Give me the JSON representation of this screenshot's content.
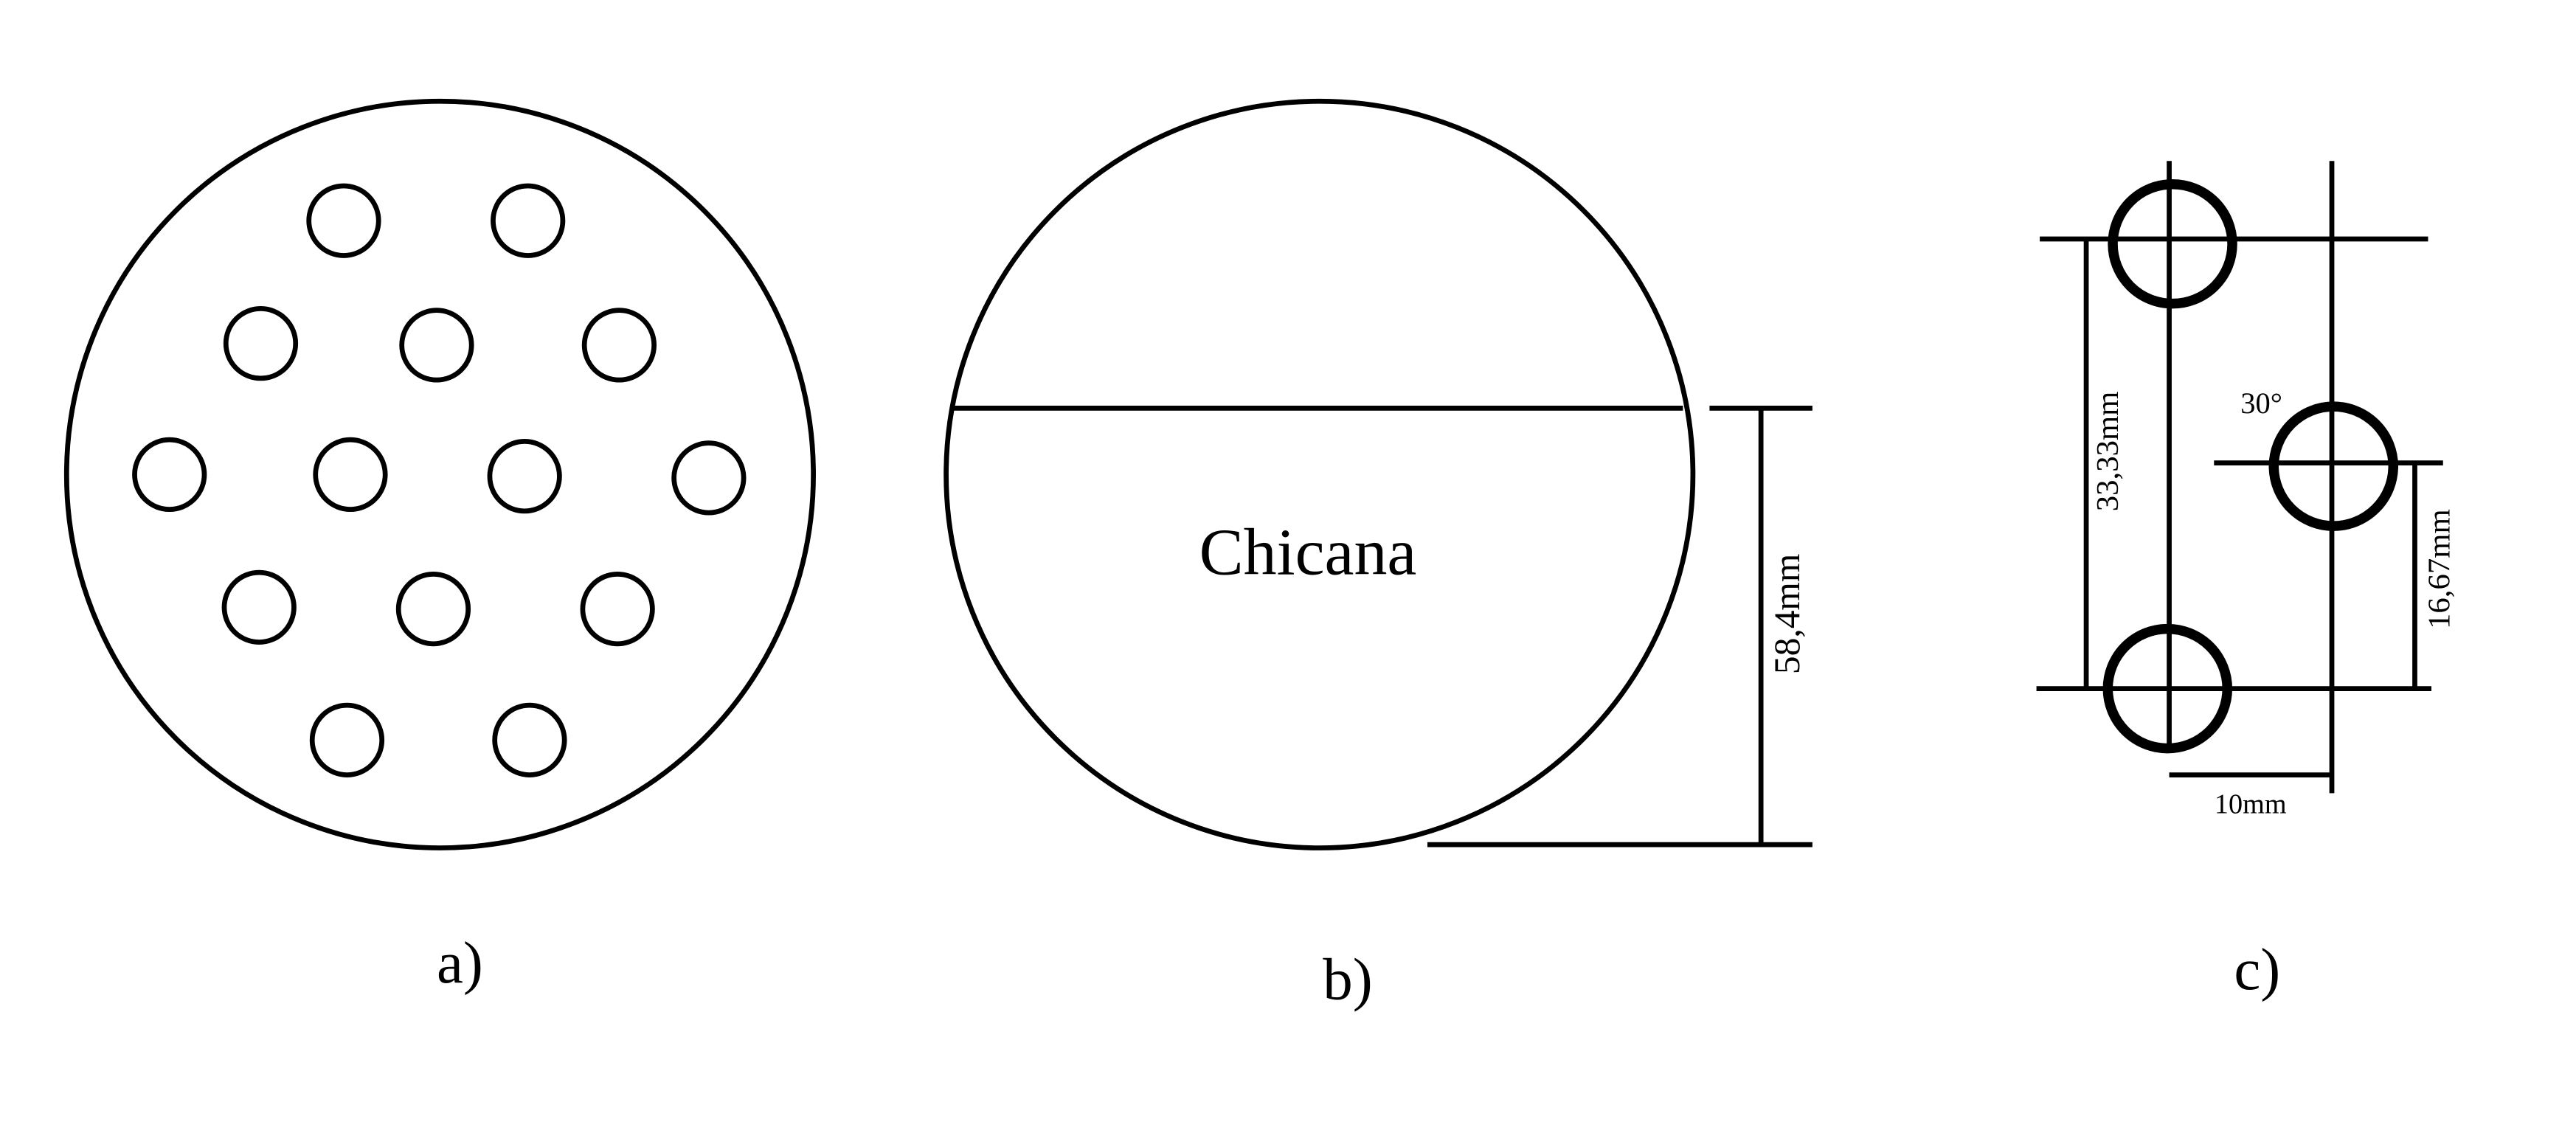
{
  "panel_a": {
    "caption": "a)",
    "hole_count": 14
  },
  "panel_b": {
    "label": "Chicana",
    "dimension": "58,4mm",
    "caption": "b)"
  },
  "panel_c": {
    "dimension_vertical_left": "33,33mm",
    "dimension_vertical_right": "16,67mm",
    "dimension_horizontal": "10mm",
    "angle": "30°",
    "caption": "c)"
  },
  "colors": {
    "line": "#000000",
    "background": "#ffffff"
  }
}
